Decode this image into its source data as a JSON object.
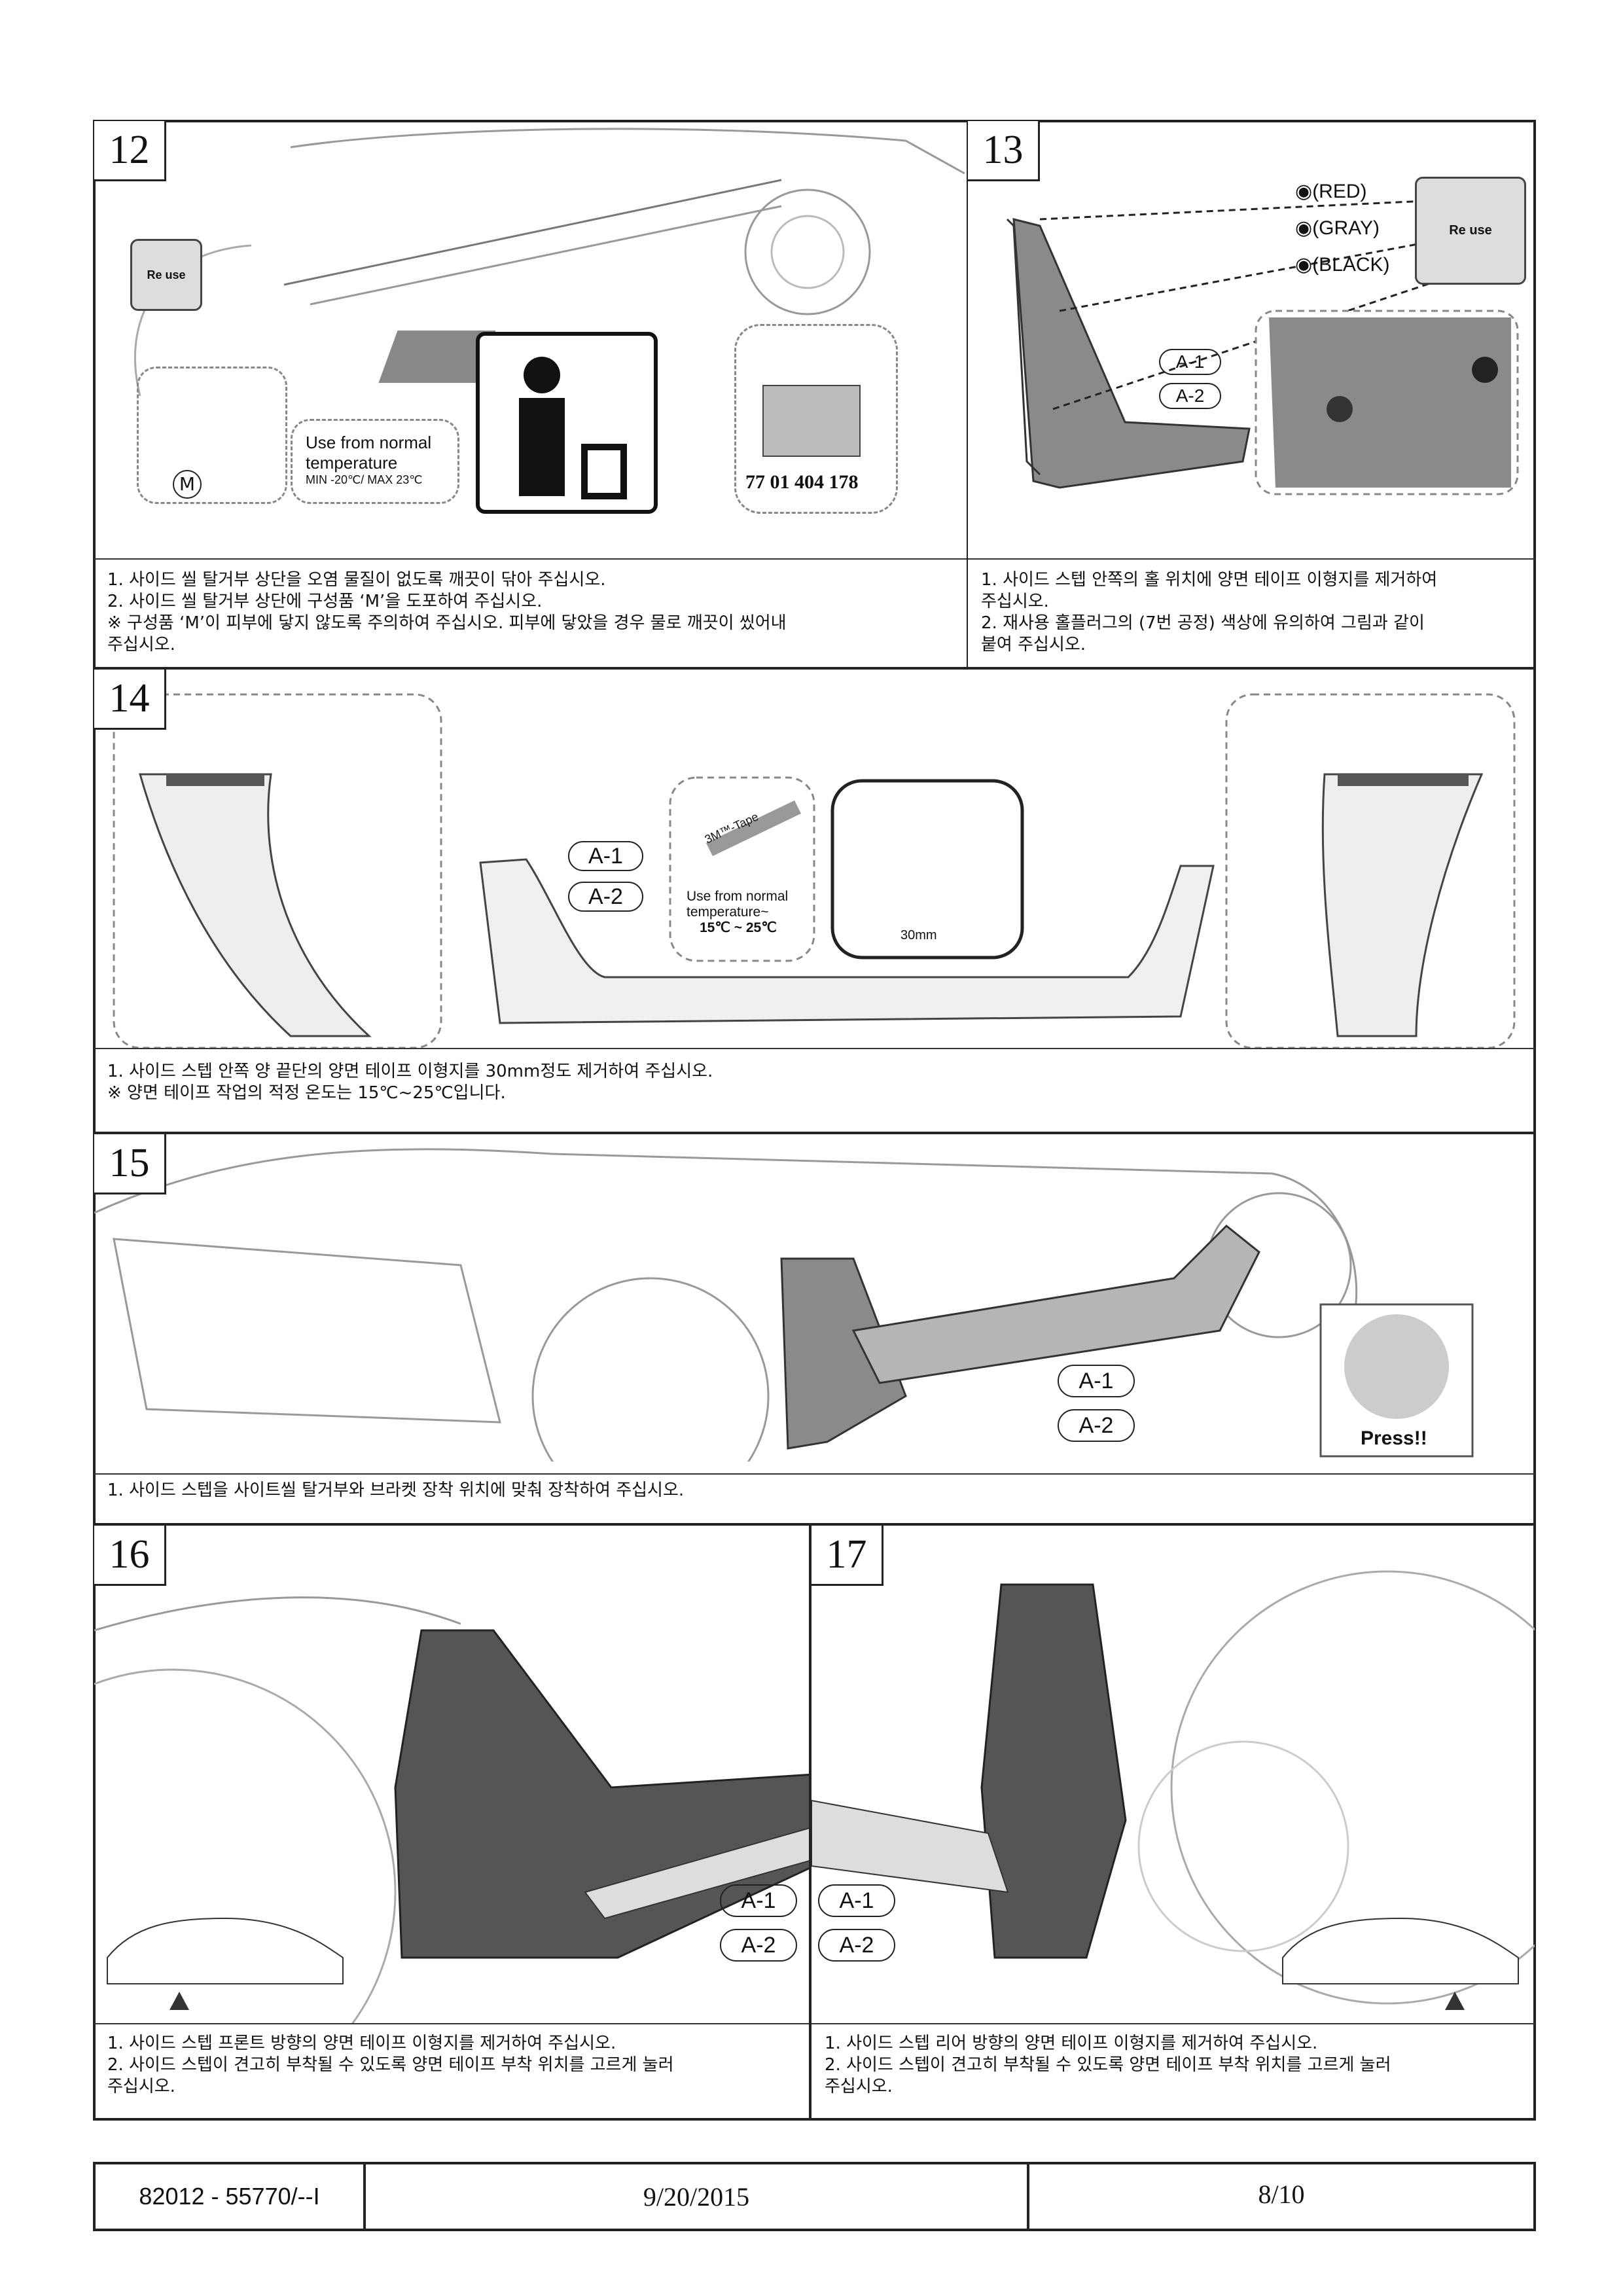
{
  "steps": [
    {
      "number": "12",
      "labels": {
        "reuse": "Re use",
        "temp_line1": "Use from normal",
        "temp_line2": "temperature",
        "temp_range": "MIN -20℃/ MAX 23℃",
        "marker_m": "M",
        "part_number": "77 01 404 178"
      },
      "text": [
        "1. 사이드 씰 탈거부 상단을 오염 물질이 없도록 깨끗이 닦아 주십시오.",
        "2. 사이드 씰 탈거부 상단에 구성품 ‘M’을 도포하여 주십시오.",
        "※ 구성품 ‘M’이 피부에 닿지 않도록 주의하여 주십시오. 피부에 닿았을 경우 물로 깨끗이 씼어내",
        "주십시오."
      ]
    },
    {
      "number": "13",
      "labels": {
        "red": "(RED)",
        "gray": "(GRAY)",
        "black": "(BLACK)",
        "reuse": "Re use",
        "a1": "A-1",
        "a2": "A-2"
      },
      "text": [
        "1. 사이드 스텝 안쪽의 홀 위치에 양면 테이프 이형지를 제거하여",
        "주십시오.",
        "2. 재사용 홀플러그의 (7번 공정) 색상에 유의하여 그림과 같이",
        "붙여 주십시오."
      ]
    },
    {
      "number": "14",
      "labels": {
        "a1": "A-1",
        "a2": "A-2",
        "tape": "3M™-Tape",
        "temp_line1": "Use from normal",
        "temp_line2": "temperature~",
        "temp_range": "15℃ ~ 25℃",
        "length": "30mm"
      },
      "text": [
        "1. 사이드 스텝 안쪽 양 끝단의 양면 테이프 이형지를 30mm정도 제거하여 주십시오.",
        "※ 양면 테이프 작업의 적정 온도는 15℃~25℃입니다."
      ]
    },
    {
      "number": "15",
      "labels": {
        "a1": "A-1",
        "a2": "A-2",
        "press": "Press!!"
      },
      "text": [
        "1. 사이드 스텝을 사이트씰 탈거부와 브라켓 장착 위치에 맞춰 장착하여 주십시오."
      ]
    },
    {
      "number": "16",
      "labels": {
        "a1": "A-1",
        "a2": "A-2"
      },
      "text": [
        "1. 사이드 스텝 프론트 방향의 양면 테이프 이형지를 제거하여 주십시오.",
        "2. 사이드 스텝이 견고히 부착될 수 있도록 양면 테이프 부착 위치를 고르게 눌러",
        "주십시오."
      ]
    },
    {
      "number": "17",
      "labels": {
        "a1": "A-1",
        "a2": "A-2"
      },
      "text": [
        "1. 사이드 스텝 리어 방향의 양면 테이프 이형지를 제거하여 주십시오.",
        "2. 사이드 스텝이 견고히 부착될 수 있도록 양면 테이프 부착 위치를 고르게 눌러",
        "주십시오."
      ]
    }
  ],
  "footer": {
    "doc_number": "82012 - 55770/--I",
    "date": "9/20/2015",
    "page": "8/10"
  },
  "colors": {
    "border": "#222222",
    "part_gray": "#8a8a8a",
    "dark_part": "#555555"
  }
}
